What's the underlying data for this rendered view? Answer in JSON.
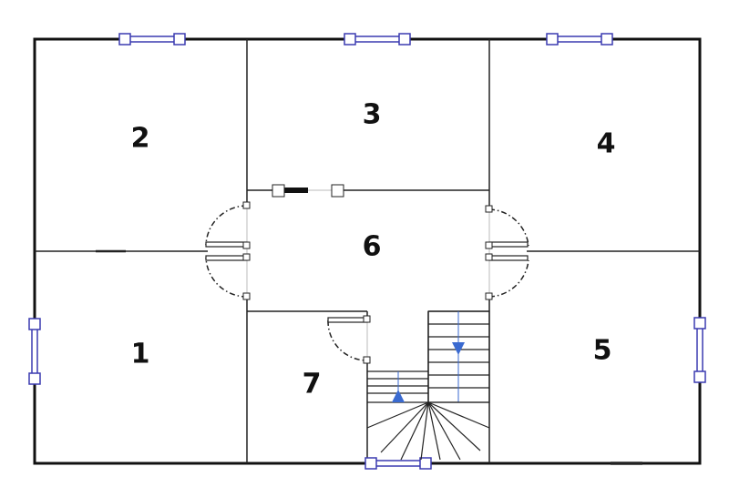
{
  "rooms": [
    {
      "id": "1",
      "label": "1"
    },
    {
      "id": "2",
      "label": "2"
    },
    {
      "id": "3",
      "label": "3"
    },
    {
      "id": "4",
      "label": "4"
    },
    {
      "id": "5",
      "label": "5"
    },
    {
      "id": "6",
      "label": "6"
    },
    {
      "id": "7",
      "label": "7"
    }
  ],
  "colors": {
    "walls": "#111111",
    "windows": "#3a3ab0",
    "stair_arrows": "#3a6ad0"
  }
}
